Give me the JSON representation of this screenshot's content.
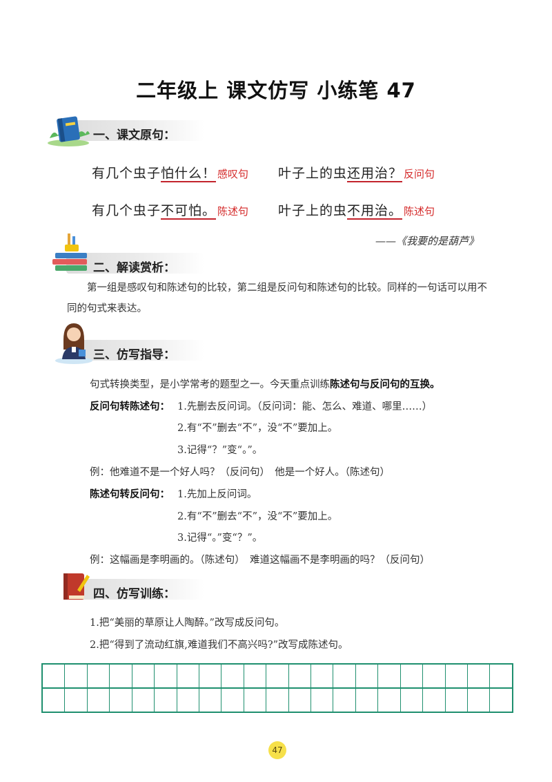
{
  "title": "二年级上 课文仿写 小练笔 47",
  "sections": {
    "s1": {
      "title": "一、课文原句："
    },
    "s2": {
      "title": "二、解读赏析："
    },
    "s3": {
      "title": "三、仿写指导："
    },
    "s4": {
      "title": "四、仿写训练："
    }
  },
  "original": {
    "row1_left": {
      "prefix": "有几个虫子",
      "underline": "怕什么！",
      "tag": "感叹句"
    },
    "row1_right": {
      "prefix": "叶子上的虫",
      "underline": "还用治？",
      "tag": "反问句"
    },
    "row2_left": {
      "prefix": "有几个虫子",
      "underline": "不可怕。",
      "tag": "陈述句"
    },
    "row2_right": {
      "prefix": "叶子上的虫",
      "underline": "不用治。",
      "tag": "陈述句"
    },
    "source": "——《我要的是葫芦》"
  },
  "analysis": {
    "text": "第一组是感叹句和陈述句的比较，第二组是反问句和陈述句的比较。同样的一句话可以用不同的句式来表达。"
  },
  "guide": {
    "intro": "句式转换类型，是小学常考的题型之一。今天重点训练",
    "intro_bold": "陈述句与反问句的互换。",
    "r2s_label": "反问句转陈述句：",
    "r2s_steps": [
      "1.先删去反问词。（反问词：能、怎么、难道、哪里……）",
      "2.有“不”删去“不”，没“不”要加上。",
      "3.记得“？”变“。”。"
    ],
    "example1": "例：他难道不是一个好人吗？（反问句）　他是一个好人。（陈述句）",
    "s2r_label": "陈述句转反问句：",
    "s2r_steps": [
      "1.先加上反问词。",
      "2.有“不”删去“不”，没“不”要加上。",
      "3.记得“。”变“？”。"
    ],
    "example2": "例：这幅画是李明画的。（陈述句）　难道这幅画不是李明画的吗？（反问句）"
  },
  "practice": {
    "q1": "1.把“美丽的草原让人陶醉。”改写成反问句。",
    "q2": "2.把“得到了流动红旗,难道我们不高兴吗?”改写成陈述句。"
  },
  "page_number": "47",
  "colors": {
    "underline": "#c3232c",
    "tag": "#d42a2a",
    "grid": "#1e8f6e",
    "page_badge": "#f6e04a"
  }
}
